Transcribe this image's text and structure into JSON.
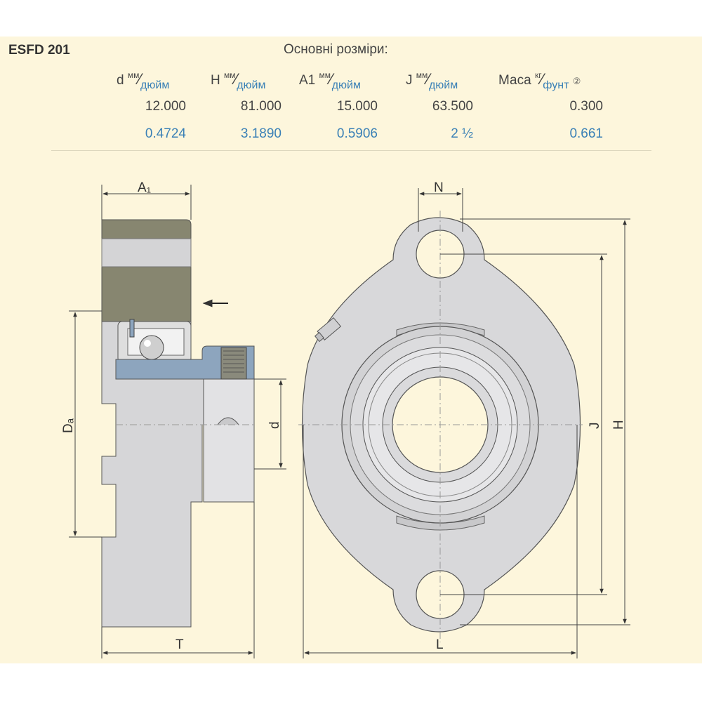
{
  "header": {
    "model": "ESFD 201",
    "subtitle": "Основні розміри:"
  },
  "columns": [
    {
      "symbol": "d",
      "unit_metric": "мм",
      "unit_imperial": "дюйм",
      "metric": "12.000",
      "imperial": "0.4724"
    },
    {
      "symbol": "H",
      "unit_metric": "мм",
      "unit_imperial": "дюйм",
      "metric": "81.000",
      "imperial": "3.1890"
    },
    {
      "symbol": "A1",
      "unit_metric": "мм",
      "unit_imperial": "дюйм",
      "metric": "15.000",
      "imperial": "0.5906"
    },
    {
      "symbol": "J",
      "unit_metric": "мм",
      "unit_imperial": "дюйм",
      "metric": "63.500",
      "imperial": "2 ½"
    },
    {
      "symbol": "Маса",
      "unit_metric": "кг",
      "unit_imperial": "фунт",
      "metric": "0.300",
      "imperial": "0.661",
      "note": "②"
    }
  ],
  "drawing_labels": {
    "a1": "A₁",
    "da": "Dₐ",
    "d": "d",
    "t": "T",
    "n": "N",
    "j": "J",
    "h": "H",
    "l": "L"
  },
  "colors": {
    "background": "#fdf6dc",
    "metal_light": "#d6d6d8",
    "metal_dark": "#878670",
    "bearing_blue": "#8da5be",
    "imperial_text": "#3a80b6"
  }
}
